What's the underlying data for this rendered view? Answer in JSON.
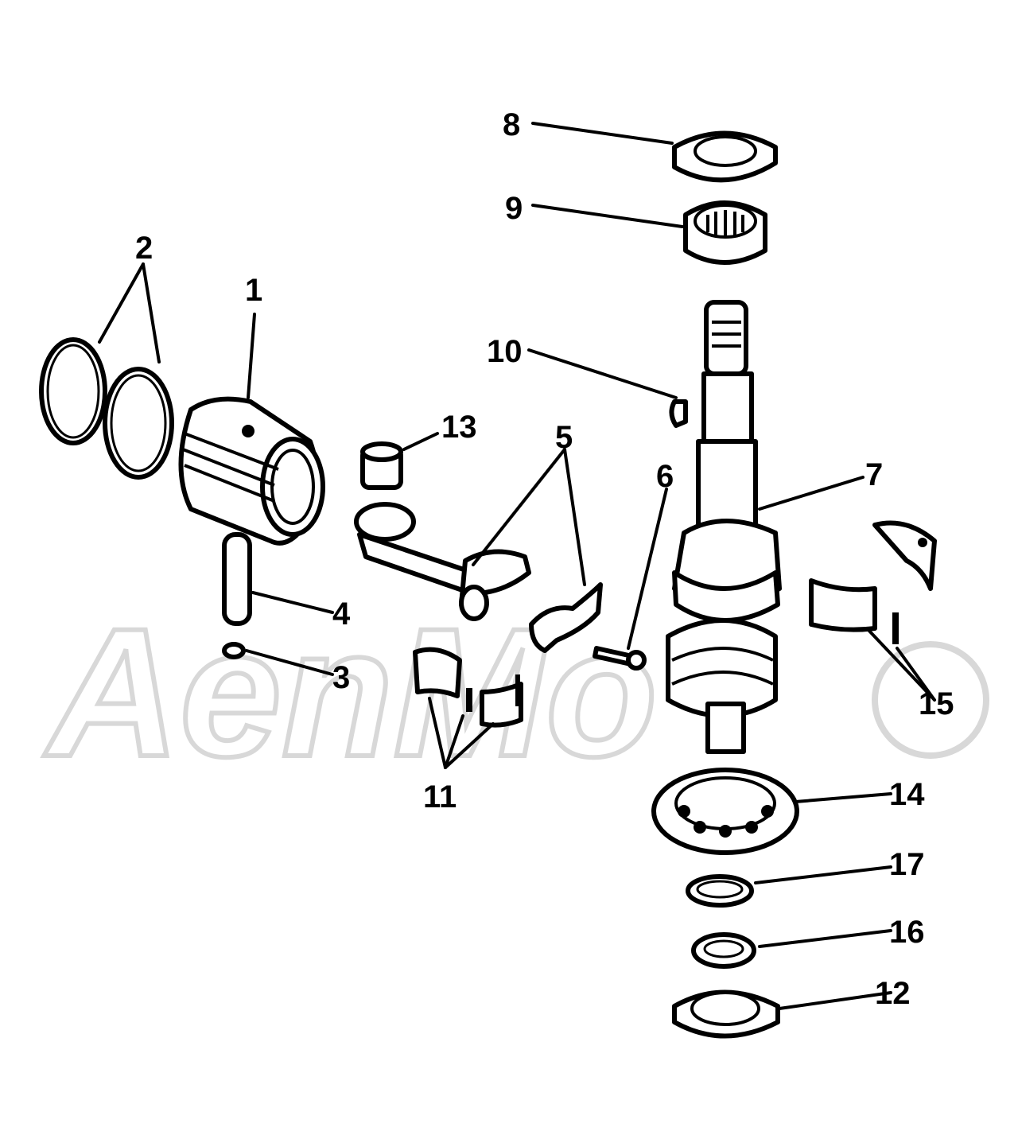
{
  "watermark": {
    "text": "AenMo"
  },
  "callouts": {
    "c1": "1",
    "c2": "2",
    "c3": "3",
    "c4": "4",
    "c5": "5",
    "c6": "6",
    "c7": "7",
    "c8": "8",
    "c9": "9",
    "c10": "10",
    "c11": "11",
    "c12": "12",
    "c13": "13",
    "c14": "14",
    "c15": "15",
    "c16": "16",
    "c17": "17"
  },
  "colors": {
    "ink": "#000000",
    "paper": "#ffffff",
    "watermark": "#d8d8d8"
  }
}
